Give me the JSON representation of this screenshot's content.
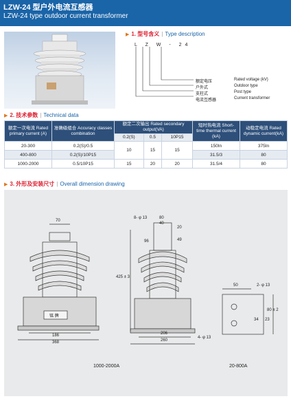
{
  "header": {
    "title_cn": "LZW-24 型户外电流互感器",
    "title_en": "LZW-24 type outdoor current transformer"
  },
  "section1": {
    "cn": "1. 型号含义",
    "en": "Type description"
  },
  "model_code": "L Z W - 24",
  "model_desc": [
    {
      "cn": "额定电压",
      "en": "Rated voltage (kV)"
    },
    {
      "cn": "户外式",
      "en": "Outdoor type"
    },
    {
      "cn": "支柱式",
      "en": "Post type"
    },
    {
      "cn": "电流互感器",
      "en": "Current transformer"
    }
  ],
  "section2": {
    "cn": "2. 技术参数",
    "en": "Technical data"
  },
  "table": {
    "h_primary": "额定一次电流 Rated primary current (A)",
    "h_accuracy": "准确级组合 Accuracy classes combination",
    "h_output": "额定二次输出 Rated secondary output(VA)",
    "h_thermal": "短时热电流 Short-time thermal current (kA)",
    "h_dynamic": "动稳定电流 Rated dynamic current(kA)",
    "sub": [
      "0.2(S)",
      "0.5",
      "10P15"
    ],
    "rows": [
      {
        "primary": "20-300",
        "accuracy": "0.2(S)/0.5",
        "a": "10",
        "b": "15",
        "c": "15",
        "thermal": "150In",
        "dynamic": "375In"
      },
      {
        "primary": "400-800",
        "accuracy": "0.2(S)/10P15",
        "thermal": "31.5/3",
        "dynamic": "80"
      },
      {
        "primary": "1000-2000",
        "accuracy": "0.5/10P15",
        "a": "15",
        "b": "20",
        "c": "20",
        "thermal": "31.5/4",
        "dynamic": "80"
      }
    ]
  },
  "section3": {
    "cn": "3. 外形及安装尺寸",
    "en": "Overall dimension drawing"
  },
  "dims": {
    "d70": "70",
    "d186": "186",
    "d368": "368",
    "d8_13": "8- φ 13",
    "d80": "80",
    "d40": "40",
    "d20": "20",
    "d96": "96",
    "d49": "49",
    "d425": "425 ± 3",
    "d206": "206",
    "d260": "260",
    "d4_13": "4- φ 13",
    "d50": "50",
    "d2_13": "2- φ 13",
    "d34": "34",
    "d23": "23",
    "d80b": "80 ± 2",
    "nameplate": "铭 牌"
  },
  "captions": {
    "left": "1000-2000A",
    "right": "20-800A"
  }
}
